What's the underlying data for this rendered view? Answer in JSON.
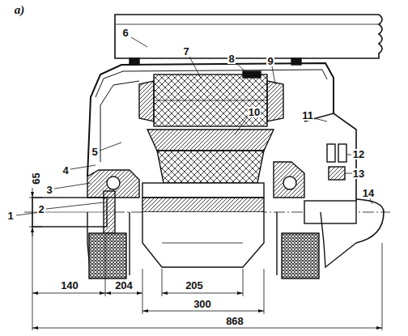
{
  "diagram": {
    "labels": [
      "а)",
      "1",
      "2",
      "3",
      "4",
      "5",
      "6",
      "7",
      "8",
      "9",
      "10",
      "11",
      "12",
      "13",
      "14",
      "65",
      "140",
      "204",
      "205",
      "300",
      "868"
    ]
  }
}
